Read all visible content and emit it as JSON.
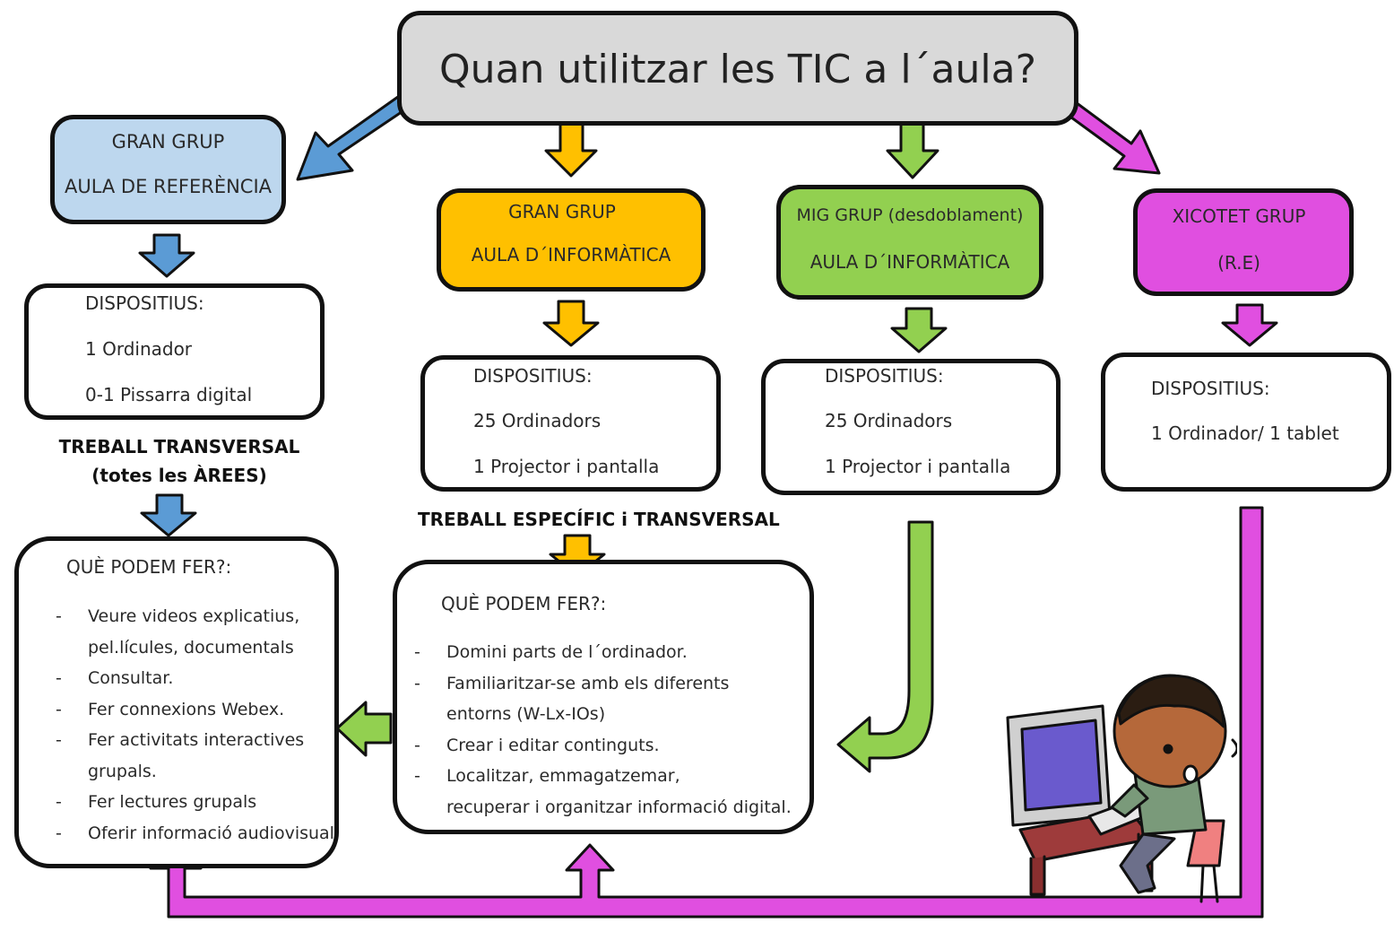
{
  "title": "Quan utilitzar les TIC a l´aula?",
  "colors": {
    "title_bg": "#d9d9d9",
    "blue": "#bdd7ee",
    "blue_arrow": "#5b9bd5",
    "orange": "#ffc000",
    "green": "#92d050",
    "magenta": "#e04fe0"
  },
  "col1": {
    "header": [
      "GRAN GRUP",
      "AULA DE REFERÈNCIA"
    ],
    "devices": [
      "DISPOSITIUS:",
      "1 Ordinador",
      "0-1 Pissarra digital"
    ],
    "work_label": [
      "TREBALL TRANSVERSAL",
      "(totes les ÀREES)"
    ],
    "what_title": "QUÈ PODEM FER?:",
    "what_items": [
      "Veure videos explicatius,",
      "pel.lícules, documentals",
      "Consultar.",
      "Fer connexions Webex.",
      "Fer activitats interactives",
      "grupals.",
      "Fer lectures grupals",
      "Oferir informació audiovisual"
    ]
  },
  "col2": {
    "header": [
      "GRAN GRUP",
      "AULA D´INFORMÀTICA"
    ],
    "devices": [
      "DISPOSITIUS:",
      "25 Ordinadors",
      "1 Projector i pantalla"
    ],
    "work_label": "TREBALL ESPECÍFIC i TRANSVERSAL",
    "what_title": "QUÈ PODEM FER?:",
    "what_items": [
      "Domini parts de l´ordinador.",
      "Familiaritzar-se amb els diferents",
      "entorns (W-Lx-IOs)",
      "Crear i editar continguts.",
      "Localitzar, emmagatzemar,",
      "recuperar i organitzar informació digital."
    ]
  },
  "col3": {
    "header": [
      "MIG GRUP (desdoblament)",
      "AULA D´INFORMÀTICA"
    ],
    "devices": [
      "DISPOSITIUS:",
      "25 Ordinadors",
      "1 Projector i pantalla"
    ]
  },
  "col4": {
    "header": [
      "XICOTET GRUP",
      "(R.E)"
    ],
    "devices": [
      "DISPOSITIUS:",
      "1 Ordinador/ 1 tablet"
    ]
  }
}
